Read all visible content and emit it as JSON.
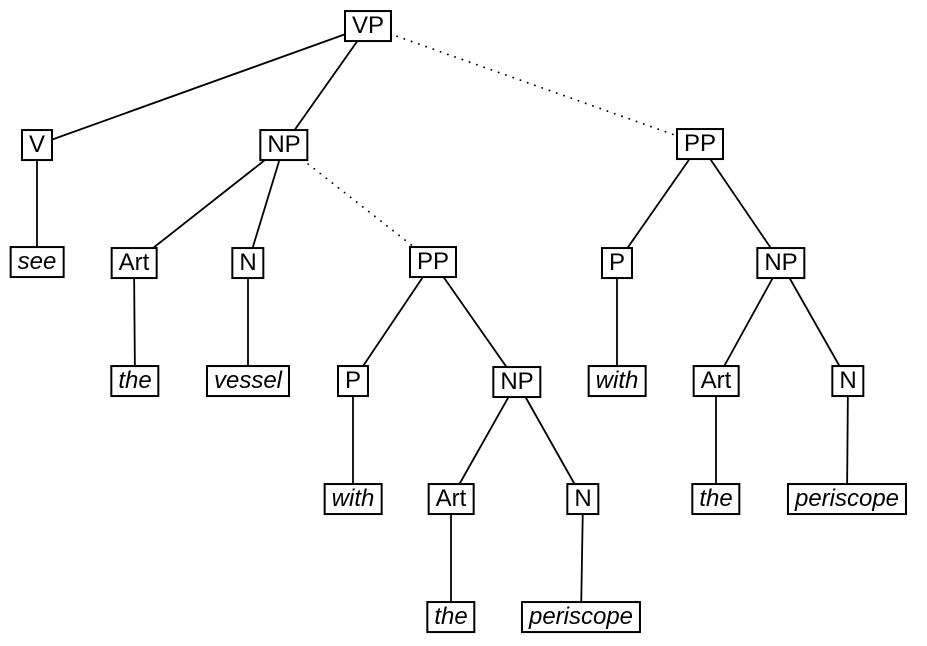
{
  "diagram_title": "",
  "colors": {
    "background": "#ffffff",
    "line": "#000000",
    "box_border": "#000000",
    "text": "#000000"
  },
  "nodes": {
    "vp": {
      "label": "VP",
      "terminal": false
    },
    "v": {
      "label": "V",
      "terminal": false
    },
    "np_obj": {
      "label": "NP",
      "terminal": false
    },
    "pp_high": {
      "label": "PP",
      "terminal": false
    },
    "see": {
      "label": "see",
      "terminal": true
    },
    "art_obj": {
      "label": "Art",
      "terminal": false
    },
    "n_obj": {
      "label": "N",
      "terminal": false
    },
    "pp_low": {
      "label": "PP",
      "terminal": false
    },
    "p_high": {
      "label": "P",
      "terminal": false
    },
    "np_high": {
      "label": "NP",
      "terminal": false
    },
    "the_obj": {
      "label": "the",
      "terminal": true
    },
    "vessel": {
      "label": "vessel",
      "terminal": true
    },
    "p_low": {
      "label": "P",
      "terminal": false
    },
    "np_low": {
      "label": "NP",
      "terminal": false
    },
    "with_high": {
      "label": "with",
      "terminal": true
    },
    "art_high": {
      "label": "Art",
      "terminal": false
    },
    "n_high": {
      "label": "N",
      "terminal": false
    },
    "with_low": {
      "label": "with",
      "terminal": true
    },
    "art_low": {
      "label": "Art",
      "terminal": false
    },
    "n_low": {
      "label": "N",
      "terminal": false
    },
    "the_high": {
      "label": "the",
      "terminal": true
    },
    "periscope_high": {
      "label": "periscope",
      "terminal": true
    },
    "the_low": {
      "label": "the",
      "terminal": true
    },
    "periscope_low": {
      "label": "periscope",
      "terminal": true
    }
  },
  "edges": [
    {
      "from": "vp",
      "to": "v",
      "style": "solid"
    },
    {
      "from": "vp",
      "to": "np_obj",
      "style": "solid"
    },
    {
      "from": "vp",
      "to": "pp_high",
      "style": "dotted"
    },
    {
      "from": "v",
      "to": "see",
      "style": "solid"
    },
    {
      "from": "np_obj",
      "to": "art_obj",
      "style": "solid"
    },
    {
      "from": "np_obj",
      "to": "n_obj",
      "style": "solid"
    },
    {
      "from": "np_obj",
      "to": "pp_low",
      "style": "dotted"
    },
    {
      "from": "art_obj",
      "to": "the_obj",
      "style": "solid"
    },
    {
      "from": "n_obj",
      "to": "vessel",
      "style": "solid"
    },
    {
      "from": "pp_low",
      "to": "p_low",
      "style": "solid"
    },
    {
      "from": "pp_low",
      "to": "np_low",
      "style": "solid"
    },
    {
      "from": "p_low",
      "to": "with_low",
      "style": "solid"
    },
    {
      "from": "np_low",
      "to": "art_low",
      "style": "solid"
    },
    {
      "from": "np_low",
      "to": "n_low",
      "style": "solid"
    },
    {
      "from": "art_low",
      "to": "the_low",
      "style": "solid"
    },
    {
      "from": "n_low",
      "to": "periscope_low",
      "style": "solid"
    },
    {
      "from": "pp_high",
      "to": "p_high",
      "style": "solid"
    },
    {
      "from": "pp_high",
      "to": "np_high",
      "style": "solid"
    },
    {
      "from": "p_high",
      "to": "with_high",
      "style": "solid"
    },
    {
      "from": "np_high",
      "to": "art_high",
      "style": "solid"
    },
    {
      "from": "np_high",
      "to": "n_high",
      "style": "solid"
    },
    {
      "from": "art_high",
      "to": "the_high",
      "style": "solid"
    },
    {
      "from": "n_high",
      "to": "periscope_high",
      "style": "solid"
    }
  ]
}
